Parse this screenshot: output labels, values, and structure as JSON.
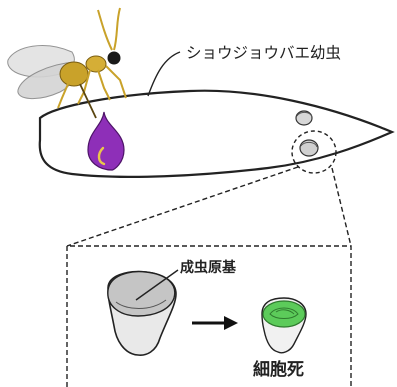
{
  "labels": {
    "larva": "ショウジョウバエ幼虫",
    "imaginal_disc": "成虫原基",
    "cell_death": "細胞死"
  },
  "colors": {
    "wasp_body": "#C9A22A",
    "wasp_head": "#1A1A1A",
    "wing": "#D8D8D8",
    "drop": "#8E2FB8",
    "disc_gray": "#B9B9B9",
    "disc_green": "#5CCB5A",
    "line": "#222222"
  },
  "icons": {
    "wasp": "parasitoid-wasp",
    "larva": "larva-outline",
    "drop": "purple-droplet",
    "arrow": "right-arrow"
  }
}
